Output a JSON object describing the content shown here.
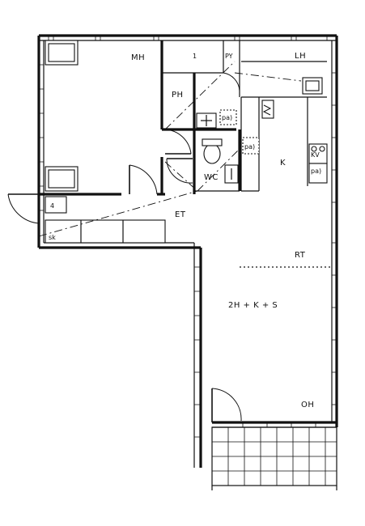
{
  "plan": {
    "room_labels": {
      "mh": "MH",
      "ph": "PH",
      "lh": "LH",
      "wc": "WC",
      "k": "K",
      "et": "ET",
      "rt": "RT",
      "oh": "OH",
      "apartment_type": "2H + K + S"
    },
    "fixture_labels": {
      "py": "PY",
      "closet_4": "4",
      "sk": "sk",
      "closet_1": "1",
      "kv": "KV",
      "pa_bath": "pa)",
      "pa_wc": "pa)",
      "pa_kitchen": "pa)"
    }
  }
}
